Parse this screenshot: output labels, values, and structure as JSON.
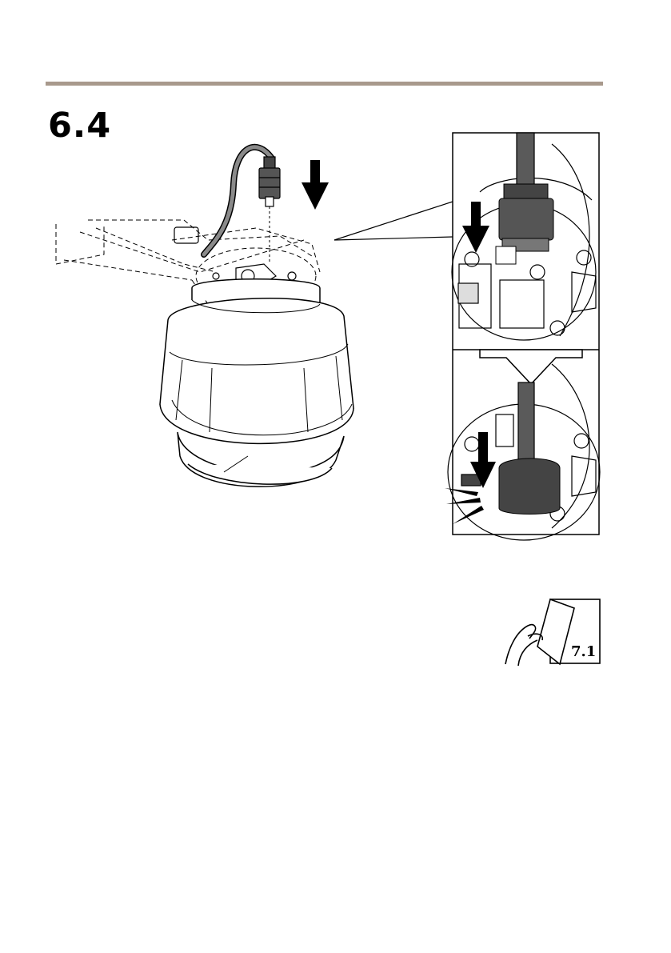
{
  "step": {
    "number": "6.4"
  },
  "illustration": {
    "main": "camera-cable-connection",
    "arrow_direction": "down",
    "detail_panels": [
      "connector-insert",
      "connector-click"
    ]
  },
  "page_reference": {
    "label": "7.1",
    "icon": "page-turn-icon"
  },
  "colors": {
    "rule": "#a8998c",
    "line": "#000000",
    "cable": "#5a5a5a"
  }
}
